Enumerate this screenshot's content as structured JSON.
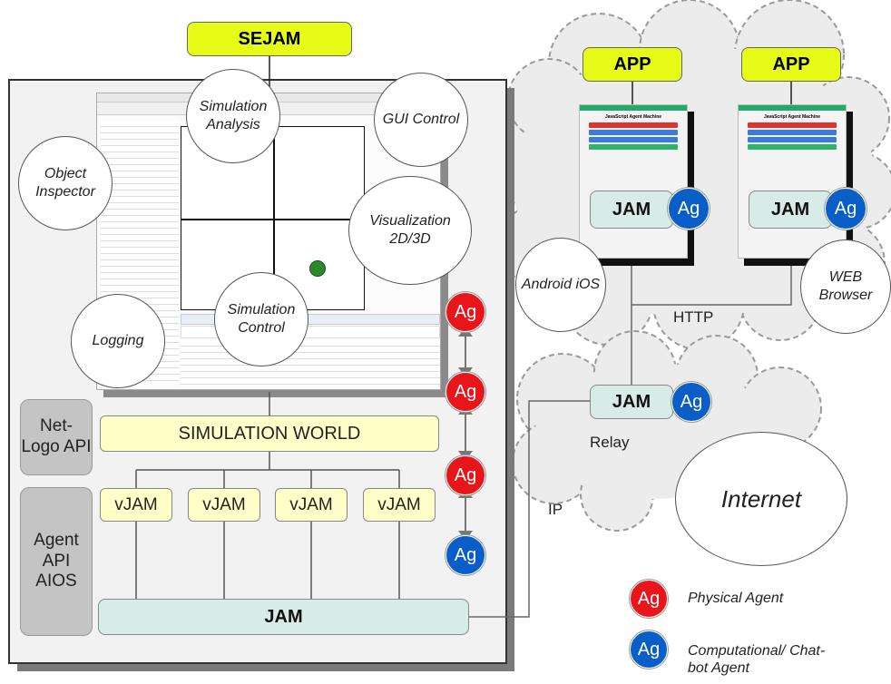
{
  "top": {
    "sejam": "SEJAM"
  },
  "circles": {
    "simulation_analysis": "Simulation Analysis",
    "gui_control": "GUI Control",
    "object_inspector": "Object Inspector",
    "visualization": "Visualization 2D/3D",
    "simulation_control": "Simulation Control",
    "logging": "Logging",
    "android_ios": "Android iOS",
    "web_browser": "WEB Browser",
    "internet": "Internet"
  },
  "left": {
    "netlogo_api": "Net-Logo API",
    "agent_api": "Agent API AIOS",
    "simulation_world": "SIMULATION WORLD",
    "vjam": [
      "vJAM",
      "vJAM",
      "vJAM",
      "vJAM"
    ],
    "jam": "JAM"
  },
  "apps": [
    {
      "app": "APP",
      "jam": "JAM",
      "ag": "Ag",
      "screen_title": "JavaScript Agent Machine"
    },
    {
      "app": "APP",
      "jam": "JAM",
      "ag": "Ag",
      "screen_title": "JavaScript Agent Machine"
    }
  ],
  "relay": {
    "jam": "JAM",
    "ag": "Ag",
    "label": "Relay"
  },
  "links": {
    "http": "HTTP",
    "ip": "IP"
  },
  "agents": [
    "Ag",
    "Ag",
    "Ag",
    "Ag"
  ],
  "legend": {
    "physical": {
      "ag": "Ag",
      "label": "Physical Agent"
    },
    "computational": {
      "ag": "Ag",
      "label": "Computational/ Chat-bot Agent"
    }
  },
  "colors": {
    "physical_agent": "#e8161b",
    "computational_agent": "#0a5ec8",
    "app_header": "#e6fb16",
    "jam_box": "#d7ece6",
    "world_box": "#ffffc8"
  }
}
